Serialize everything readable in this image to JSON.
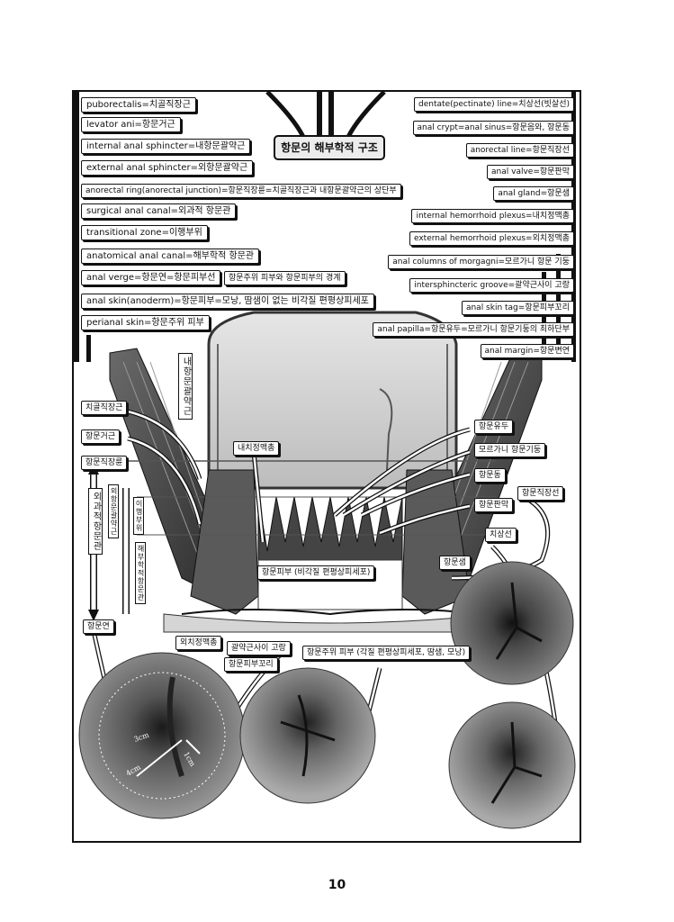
{
  "title": "항문의 해부학적 구조",
  "page_number": "10",
  "left_labels": [
    "puborectalis=치골직장근",
    "levator ani=항문거근",
    "internal anal sphincter=내항문괄약근",
    "external anal sphincter=외항문괄약근",
    "anorectal ring(anorectal junction)=항문직장륜=치골직장근과 내항문괄약근의 상단부",
    "surgical anal canal=외과적 항문관",
    "transitional zone=이행부위",
    "anatomical anal canal=해부학적 항문관",
    "anal verge=항문연=항문피부선",
    "anal skin(anoderm)=항문피부=모낭, 땀샘이 없는 비각질 편평상피세포",
    "perianal skin=항문주위 피부"
  ],
  "anal_verge_note": "항문주위 피부와 항문피부의 경계",
  "right_labels": [
    "dentate(pectinate) line=치상선(빗살선)",
    "anal crypt=anal sinus=항문음와, 항문동",
    "anorectal line=항문직장선",
    "anal valve=항문판막",
    "anal gland=항문샘",
    "internal hemorrhoid plexus=내치정맥총",
    "external hemorrhoid plexus=외치정맥총",
    "anal columns of morgagni=모르가니 항문 기둥",
    "intersphincteric groove=괄약근사이 고랑",
    "anal skin tag=항문피부꼬리",
    "anal papilla=항문유두=모르가니 항문기둥의 최하단부",
    "anal margin=항문변연"
  ],
  "diagram_labels": {
    "puborectalis": "치골직장근",
    "levator": "항문거근",
    "ring": "항문직장륜",
    "verge": "항문연",
    "internal_plexus": "내치정맥총",
    "external_plexus": "외치정맥총",
    "groove": "괄약근사이 고랑",
    "skin_tag": "항문피부꼬리",
    "anoderm": "항문피부 (비각질 편평상피세포)",
    "perianal": "항문주위 피부 (각질 편평상피세포, 땀샘, 모낭)",
    "papilla": "항문유두",
    "columns": "모르가니 항문기둥",
    "crypt": "항문동",
    "valve": "항문판막",
    "anorectal_line": "항문직장선",
    "dentate": "치상선",
    "gland": "항문샘",
    "internal_sphincter": "내항문괄약근",
    "external_sphincter": "외항문괄약근",
    "surgical_canal": "외과적항문관",
    "anatomical_canal": "해부학적항문관",
    "transitional": "이행부위"
  },
  "photo_marks": [
    "3cm",
    "1cm",
    "4cm"
  ]
}
